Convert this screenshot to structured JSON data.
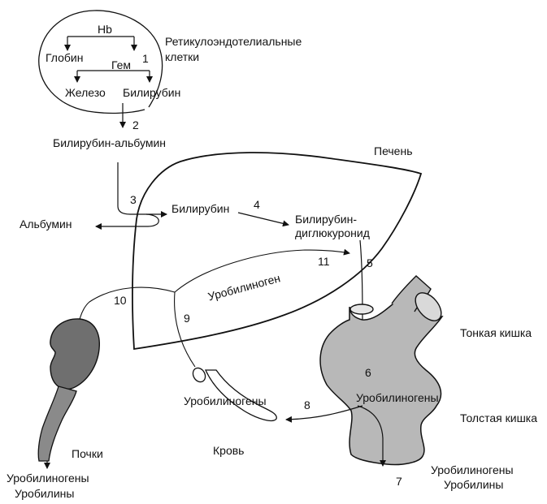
{
  "colors": {
    "stroke": "#111111",
    "kidney_fill": "#6f6f6f",
    "ureter_fill": "#8a8a8a",
    "intestine_fill": "#b8b8b8",
    "background": "#ffffff"
  },
  "labels": {
    "hb": "Hb",
    "globin": "Глобин",
    "gem": "Гем",
    "iron": "Железо",
    "bilirubin_cell": "Билирубин",
    "res_cells_line1": "Ретикулоэндотелиальные",
    "res_cells_line2": "клетки",
    "bilirubin_albumin": "Билирубин-альбумин",
    "liver": "Печень",
    "bilirubin_liver": "Билирубин",
    "albumin": "Альбумин",
    "bilirubin_diglucuronide_line1": "Билирубин-",
    "bilirubin_diglucuronide_line2": "диглюкуронид",
    "urobilinogen_liver": "Уробилиноген",
    "small_intestine": "Тонкая кишка",
    "large_intestine": "Толстая кишка",
    "urobilinogens_intestine": "Уробилиногены",
    "urobilinogens_blood": "Уробилиногены",
    "blood": "Кровь",
    "kidneys": "Почки",
    "urine_line1": "Уробилиногены",
    "urine_line2": "Уробилины",
    "feces_line1": "Уробилиногены",
    "feces_line2": "Уробилины"
  },
  "steps": {
    "s1": "1",
    "s2": "2",
    "s3": "3",
    "s4": "4",
    "s5": "5",
    "s6": "6",
    "s7": "7",
    "s8": "8",
    "s9": "9",
    "s10": "10",
    "s11": "11"
  }
}
